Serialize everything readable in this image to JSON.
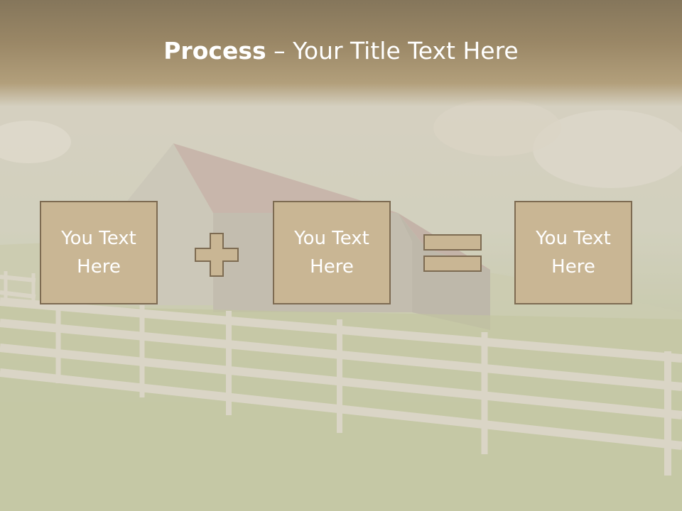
{
  "slide": {
    "title_bold": "Process",
    "title_rest": " – Your Title Text Here",
    "boxes": [
      {
        "text": "You Text Here"
      },
      {
        "text": "You Text Here"
      },
      {
        "text": "You Text Here"
      }
    ],
    "operators": {
      "first": "plus-icon",
      "second": "equals-icon"
    },
    "colors": {
      "header": "#9a8766",
      "box_fill": "#c9b694",
      "box_border": "#7d6b52",
      "text": "#ffffff"
    }
  }
}
